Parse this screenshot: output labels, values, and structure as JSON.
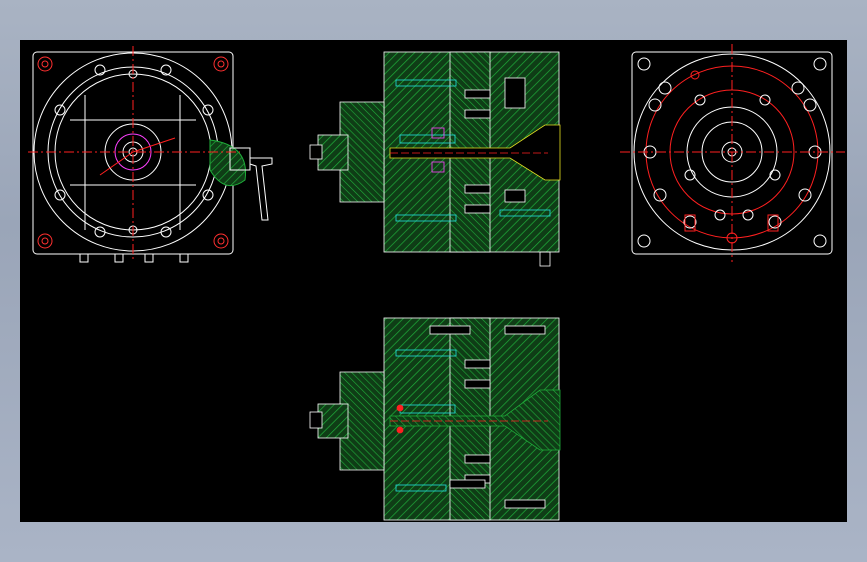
{
  "colors": {
    "background_frame": "#a3adbf",
    "canvas": "#000000",
    "outline": "#ffffff",
    "centerline": "#ff2020",
    "hatch": "#1fae3a",
    "fill": "#0f3d16",
    "cyan": "#22e0e0",
    "magenta": "#ff40ff",
    "yellow": "#e8e020"
  },
  "views": [
    {
      "name": "left-plan-view",
      "label": ""
    },
    {
      "name": "top-section-view",
      "label": ""
    },
    {
      "name": "right-plan-view",
      "label": ""
    },
    {
      "name": "bottom-section-view",
      "label": ""
    }
  ]
}
